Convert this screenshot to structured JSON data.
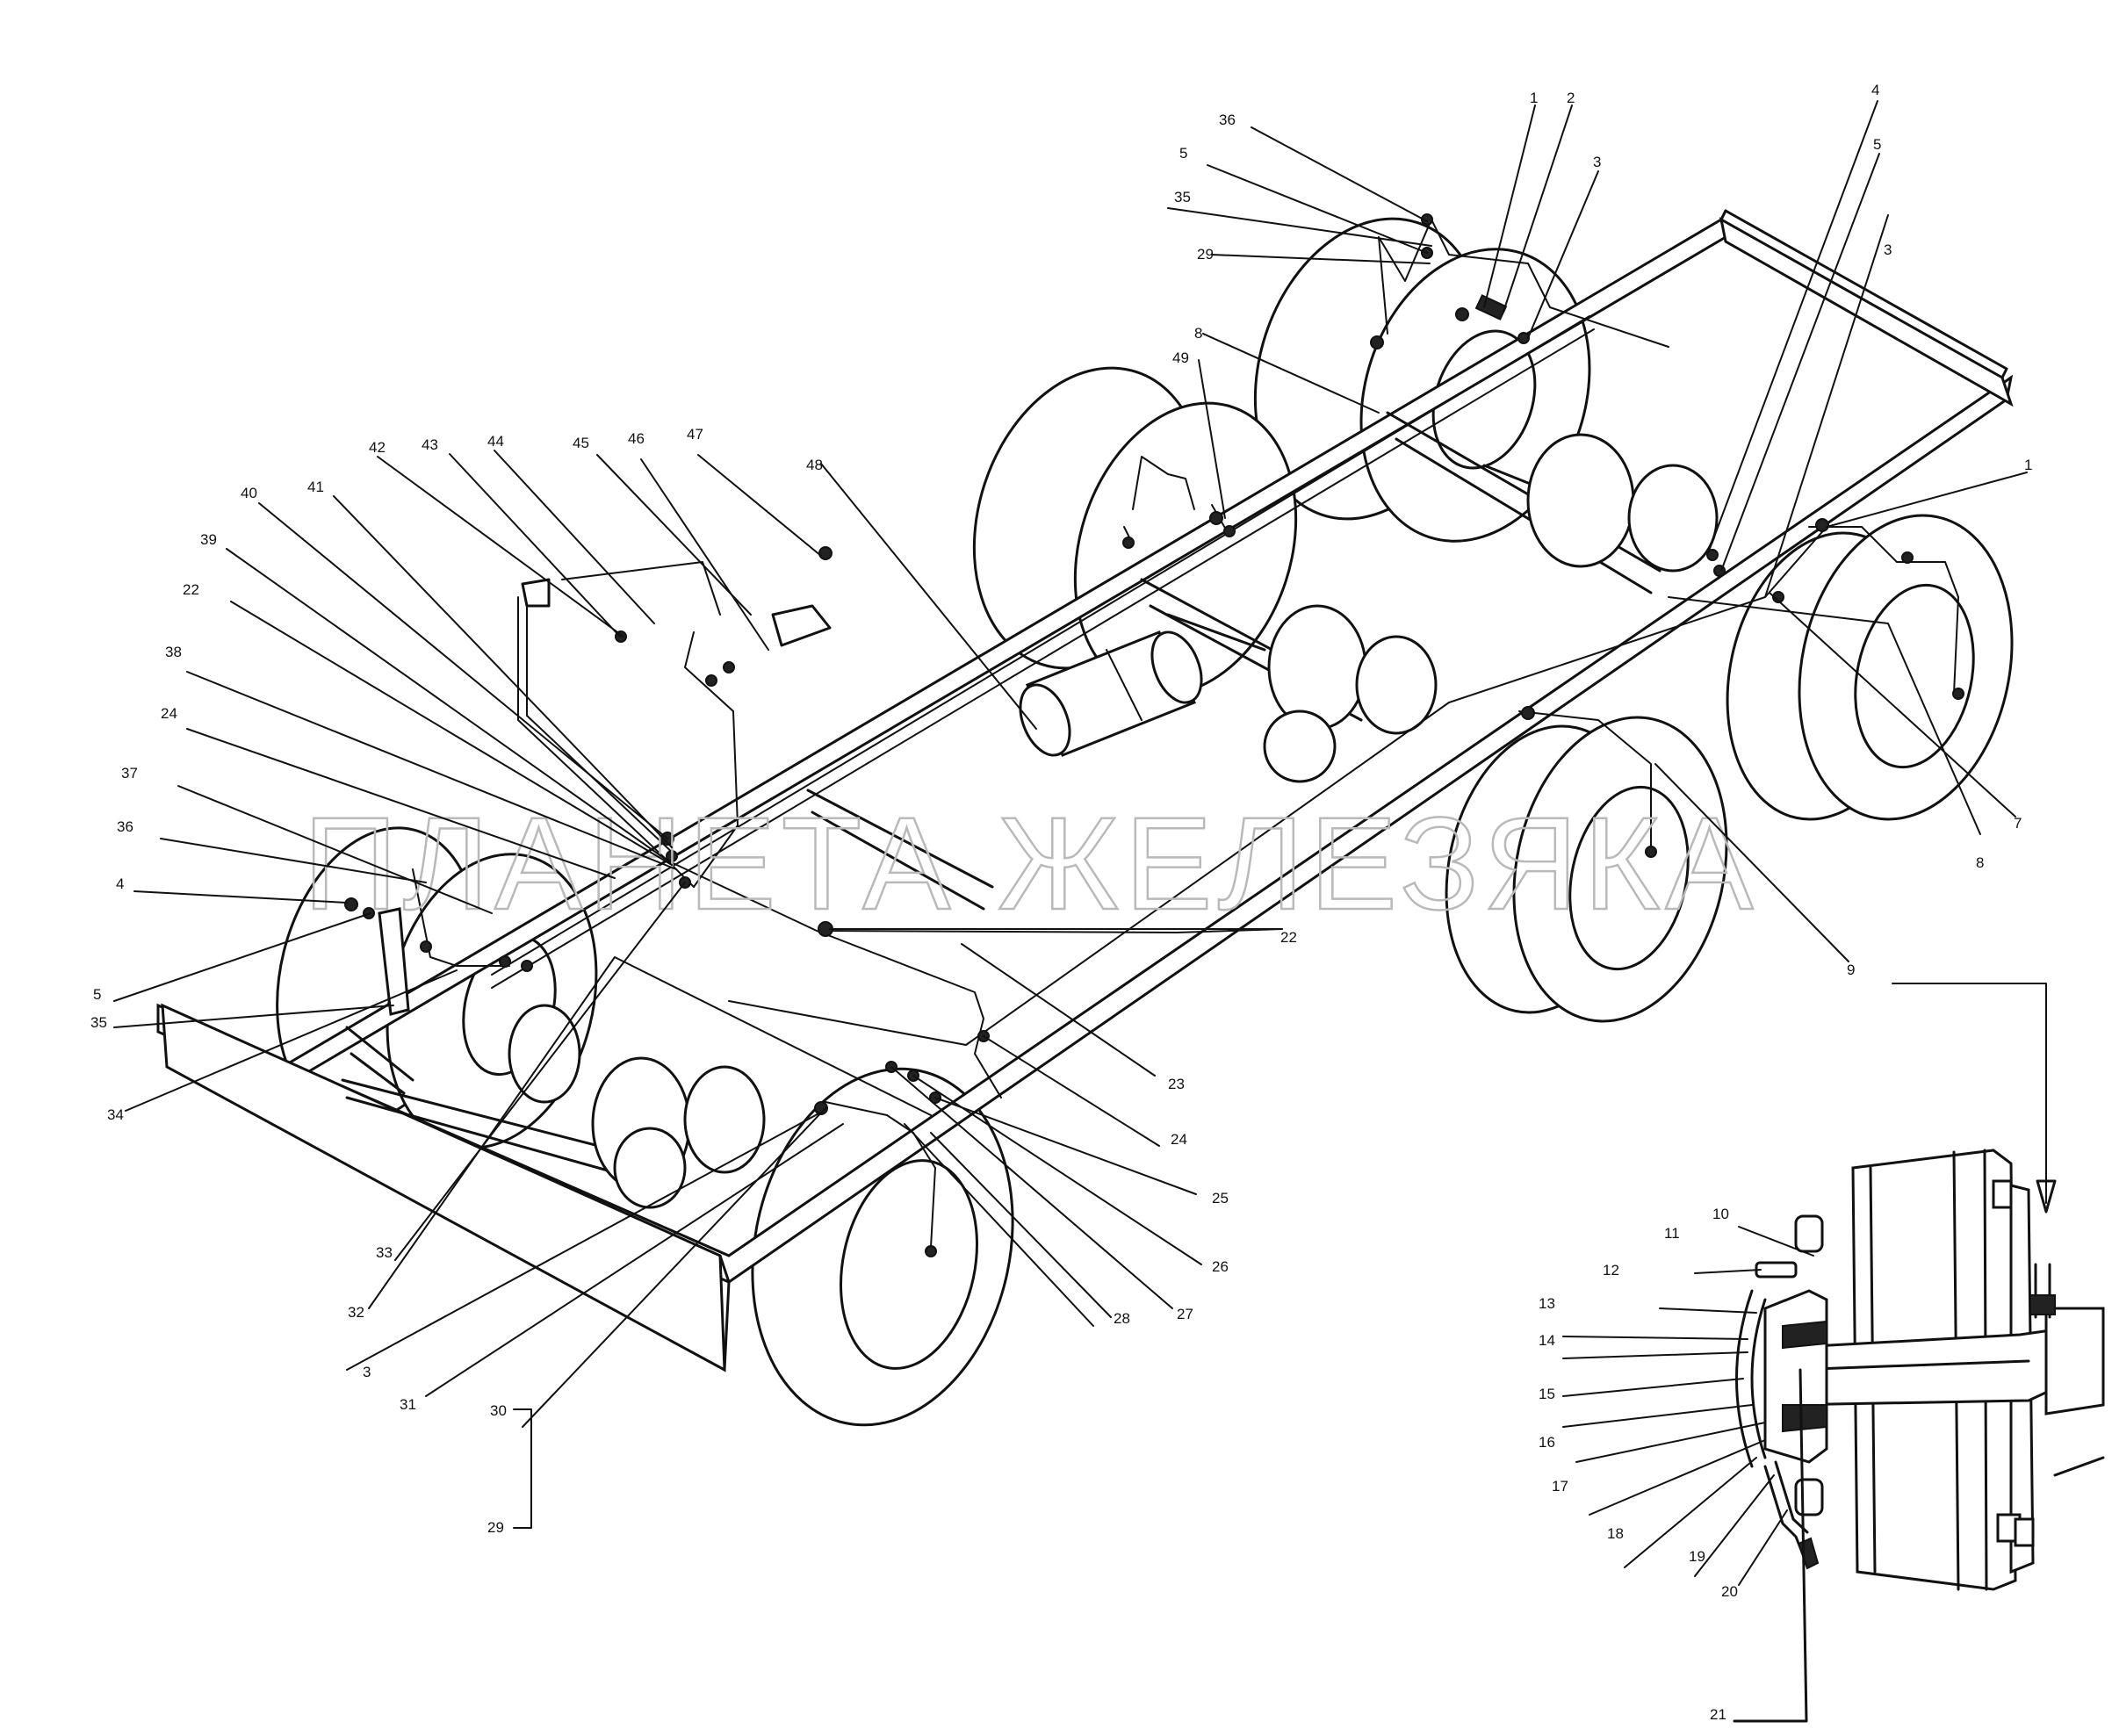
{
  "watermark": "ПЛАНЕТА ЖЕЛЕЗЯКА",
  "labels": [
    {
      "id": "l1a",
      "text": "1"
    },
    {
      "id": "l2",
      "text": "2"
    },
    {
      "id": "l3a",
      "text": "3"
    },
    {
      "id": "l4a",
      "text": "4"
    },
    {
      "id": "l5a",
      "text": "5"
    },
    {
      "id": "l3b",
      "text": "3"
    },
    {
      "id": "l1b",
      "text": "1"
    },
    {
      "id": "l7",
      "text": "7"
    },
    {
      "id": "l8a",
      "text": "8"
    },
    {
      "id": "l9",
      "text": "9"
    },
    {
      "id": "l36a",
      "text": "36"
    },
    {
      "id": "l5b",
      "text": "5"
    },
    {
      "id": "l35a",
      "text": "35"
    },
    {
      "id": "l29a",
      "text": "29"
    },
    {
      "id": "l8b",
      "text": "8"
    },
    {
      "id": "l49",
      "text": "49"
    },
    {
      "id": "l48",
      "text": "48"
    },
    {
      "id": "l42",
      "text": "42"
    },
    {
      "id": "l43",
      "text": "43"
    },
    {
      "id": "l44",
      "text": "44"
    },
    {
      "id": "l45",
      "text": "45"
    },
    {
      "id": "l46",
      "text": "46"
    },
    {
      "id": "l47",
      "text": "47"
    },
    {
      "id": "l40",
      "text": "40"
    },
    {
      "id": "l41",
      "text": "41"
    },
    {
      "id": "l39",
      "text": "39"
    },
    {
      "id": "l22a",
      "text": "22"
    },
    {
      "id": "l38",
      "text": "38"
    },
    {
      "id": "l24a",
      "text": "24"
    },
    {
      "id": "l37",
      "text": "37"
    },
    {
      "id": "l36b",
      "text": "36"
    },
    {
      "id": "l4b",
      "text": "4"
    },
    {
      "id": "l5c",
      "text": "5"
    },
    {
      "id": "l35b",
      "text": "35"
    },
    {
      "id": "l34",
      "text": "34"
    },
    {
      "id": "l22b",
      "text": "22"
    },
    {
      "id": "l23",
      "text": "23"
    },
    {
      "id": "l24b",
      "text": "24"
    },
    {
      "id": "l25",
      "text": "25"
    },
    {
      "id": "l26",
      "text": "26"
    },
    {
      "id": "l27",
      "text": "27"
    },
    {
      "id": "l28",
      "text": "28"
    },
    {
      "id": "l33",
      "text": "33"
    },
    {
      "id": "l32",
      "text": "32"
    },
    {
      "id": "l3c",
      "text": "3"
    },
    {
      "id": "l31",
      "text": "31"
    },
    {
      "id": "l30",
      "text": "30"
    },
    {
      "id": "l29b",
      "text": "29"
    },
    {
      "id": "l10",
      "text": "10"
    },
    {
      "id": "l11",
      "text": "11"
    },
    {
      "id": "l12",
      "text": "12"
    },
    {
      "id": "l13",
      "text": "13"
    },
    {
      "id": "l14",
      "text": "14"
    },
    {
      "id": "l15",
      "text": "15"
    },
    {
      "id": "l16",
      "text": "16"
    },
    {
      "id": "l17",
      "text": "17"
    },
    {
      "id": "l18",
      "text": "18"
    },
    {
      "id": "l19",
      "text": "19"
    },
    {
      "id": "l20",
      "text": "20"
    },
    {
      "id": "l21",
      "text": "21"
    }
  ]
}
